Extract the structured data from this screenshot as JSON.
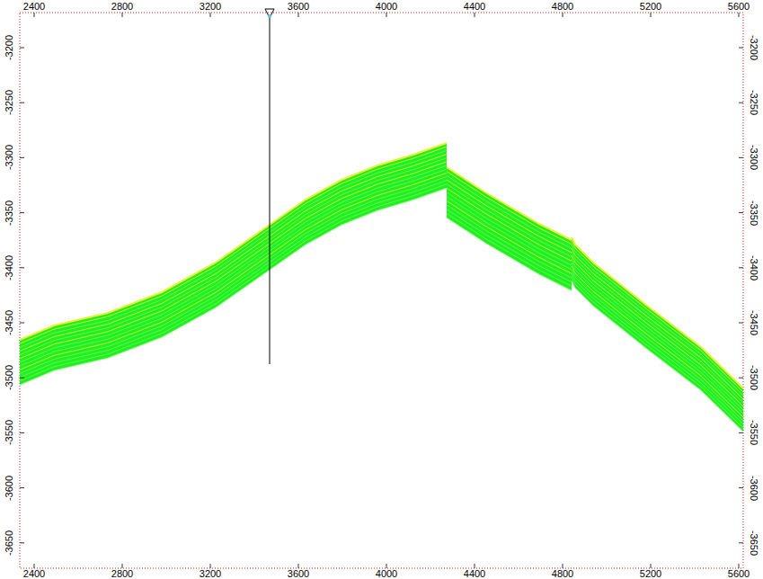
{
  "diagram": {
    "labels": [
      "2400",
      "2800",
      "3200",
      "3600",
      "4000",
      "4400",
      "4800",
      "5200",
      "5600",
      "2400",
      "2800",
      "3200",
      "3600",
      "4000",
      "4400",
      "4800",
      "5200",
      "5600",
      "-3200",
      "-3250",
      "-3300",
      "-3350",
      "-3400",
      "-3450",
      "-3500",
      "-3550",
      "-3600",
      "-3650",
      "-3200",
      "-3250",
      "-3300",
      "-3350",
      "-3400",
      "-3450",
      "-3500",
      "-3550",
      "-3600",
      "-3650"
    ]
  }
}
